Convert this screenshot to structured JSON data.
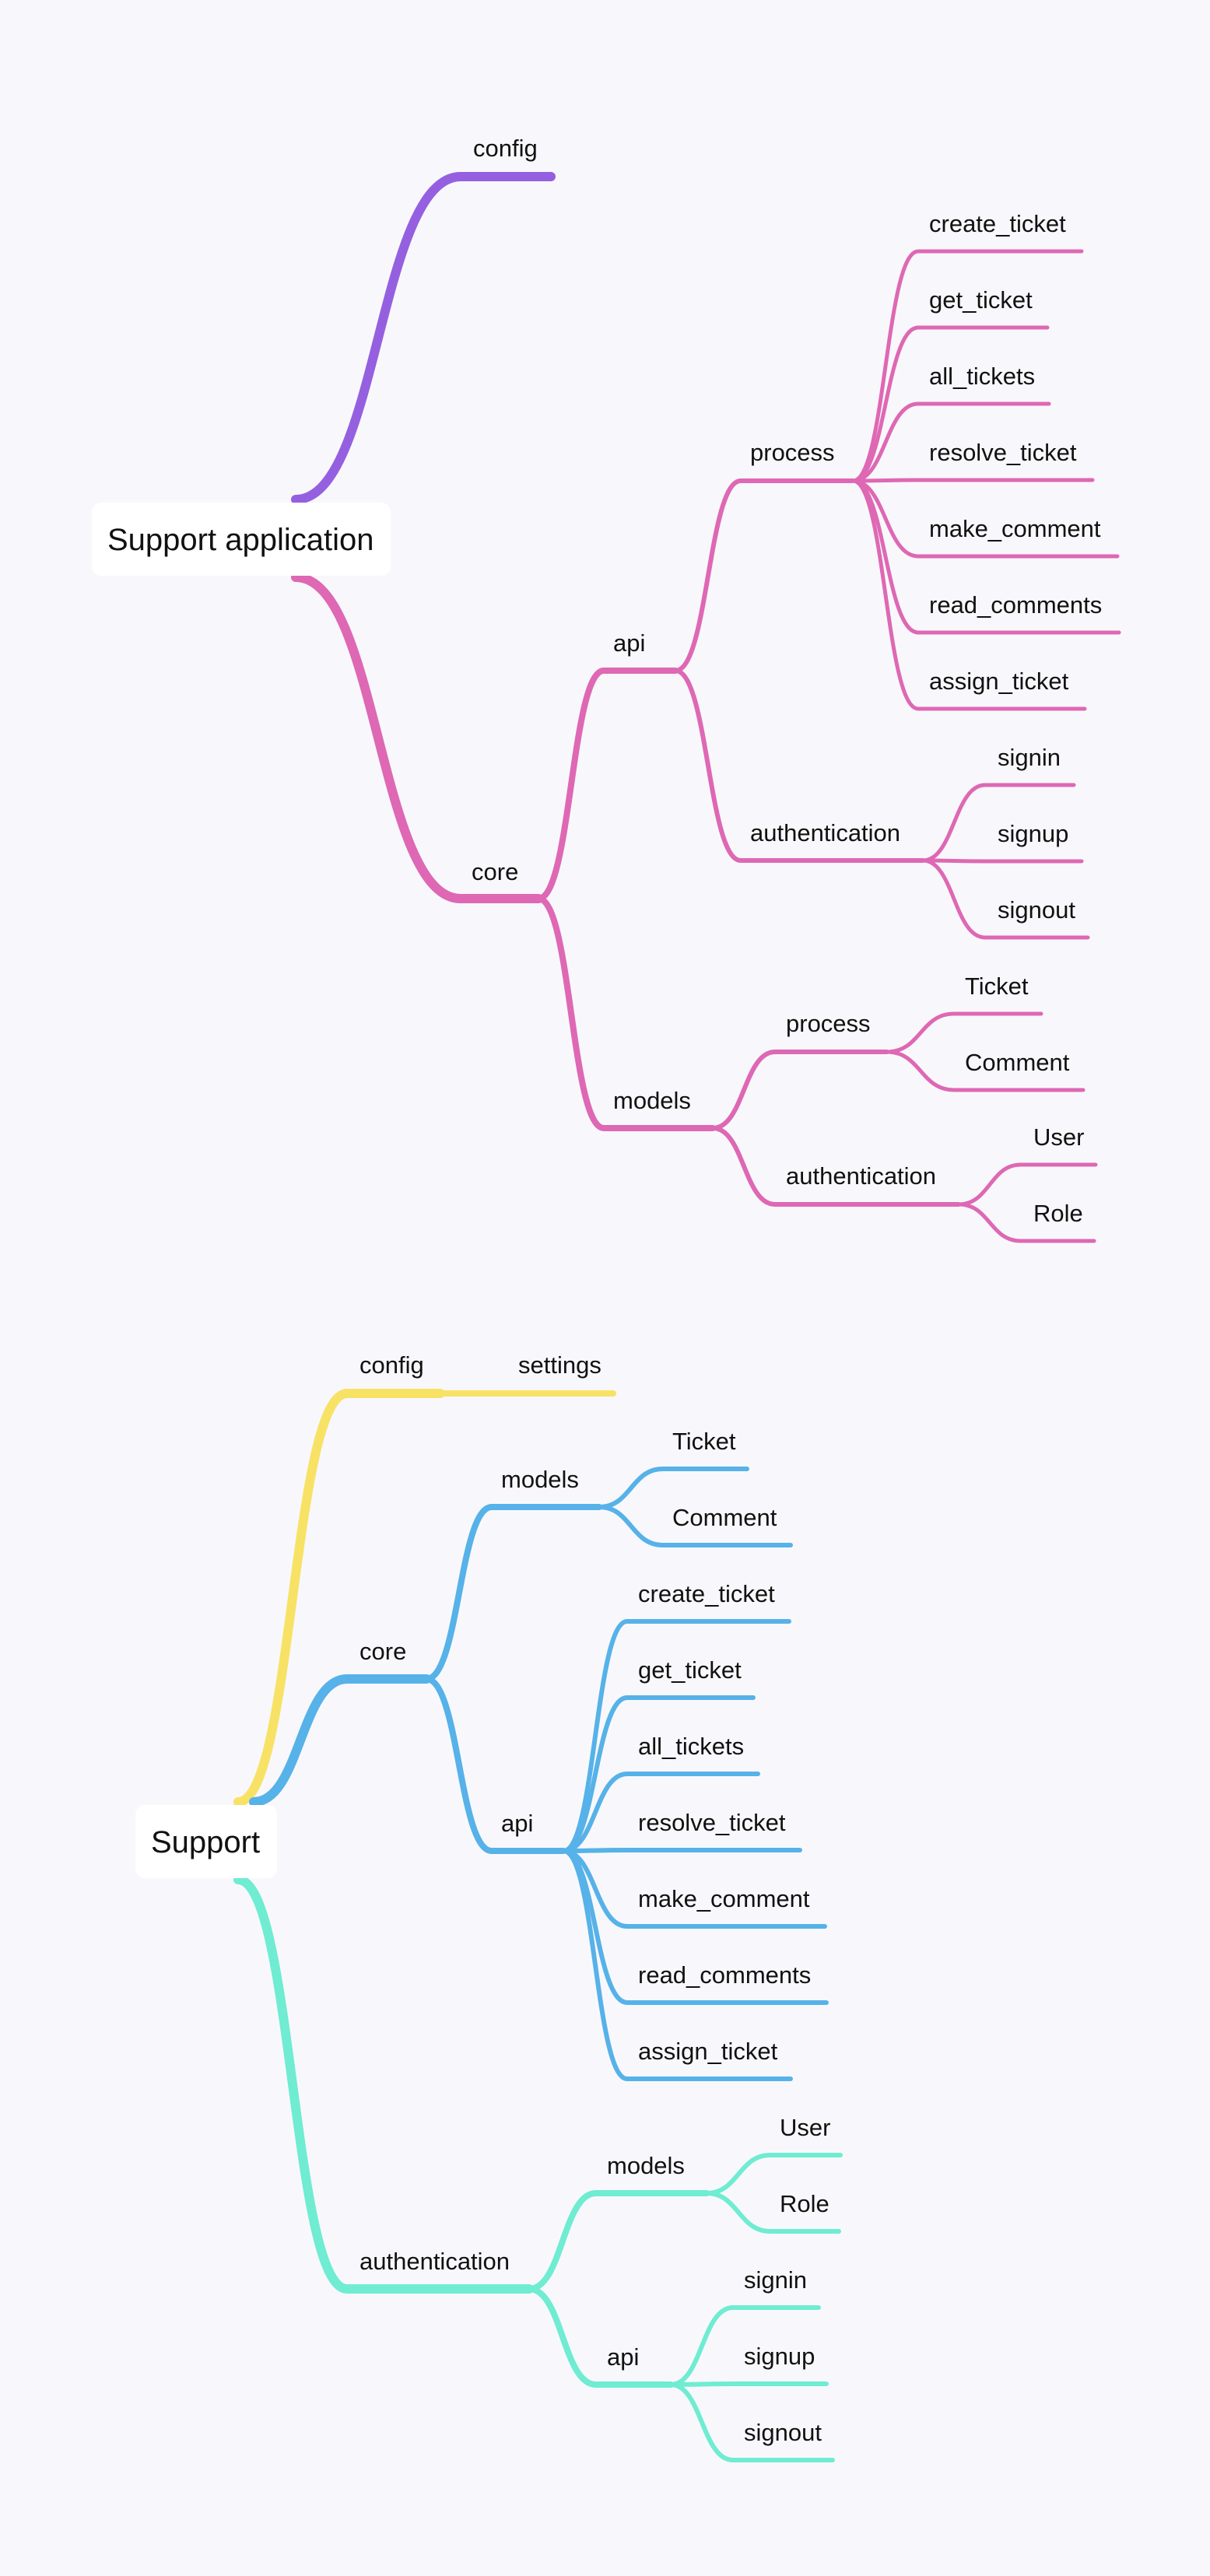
{
  "colors": {
    "background": "#f8f8fc",
    "purple": "#9560e0",
    "pink": "#de68b4",
    "yellow": "#f8e266",
    "blue": "#56b2e8",
    "teal": "#6fecd2"
  },
  "maps": [
    {
      "root": "Support application",
      "branches": [
        {
          "label": "config",
          "color": "purple",
          "children": []
        },
        {
          "label": "core",
          "color": "pink",
          "children": [
            {
              "label": "api",
              "children": [
                {
                  "label": "process",
                  "children": [
                    {
                      "label": "create_ticket"
                    },
                    {
                      "label": "get_ticket"
                    },
                    {
                      "label": "all_tickets"
                    },
                    {
                      "label": "resolve_ticket"
                    },
                    {
                      "label": "make_comment"
                    },
                    {
                      "label": "read_comments"
                    },
                    {
                      "label": "assign_ticket"
                    }
                  ]
                },
                {
                  "label": "authentication",
                  "children": [
                    {
                      "label": "signin"
                    },
                    {
                      "label": "signup"
                    },
                    {
                      "label": "signout"
                    }
                  ]
                }
              ]
            },
            {
              "label": "models",
              "children": [
                {
                  "label": "process",
                  "children": [
                    {
                      "label": "Ticket"
                    },
                    {
                      "label": "Comment"
                    }
                  ]
                },
                {
                  "label": "authentication",
                  "children": [
                    {
                      "label": "User"
                    },
                    {
                      "label": "Role"
                    }
                  ]
                }
              ]
            }
          ]
        }
      ]
    },
    {
      "root": "Support",
      "branches": [
        {
          "label": "config",
          "color": "yellow",
          "children": [
            {
              "label": "settings"
            }
          ]
        },
        {
          "label": "core",
          "color": "blue",
          "children": [
            {
              "label": "models",
              "children": [
                {
                  "label": "Ticket"
                },
                {
                  "label": "Comment"
                }
              ]
            },
            {
              "label": "api",
              "children": [
                {
                  "label": "create_ticket"
                },
                {
                  "label": "get_ticket"
                },
                {
                  "label": "all_tickets"
                },
                {
                  "label": "resolve_ticket"
                },
                {
                  "label": "make_comment"
                },
                {
                  "label": "read_comments"
                },
                {
                  "label": "assign_ticket"
                }
              ]
            }
          ]
        },
        {
          "label": "authentication",
          "color": "teal",
          "children": [
            {
              "label": "models",
              "children": [
                {
                  "label": "User"
                },
                {
                  "label": "Role"
                }
              ]
            },
            {
              "label": "api",
              "children": [
                {
                  "label": "signin"
                },
                {
                  "label": "signup"
                },
                {
                  "label": "signout"
                }
              ]
            }
          ]
        }
      ]
    }
  ]
}
